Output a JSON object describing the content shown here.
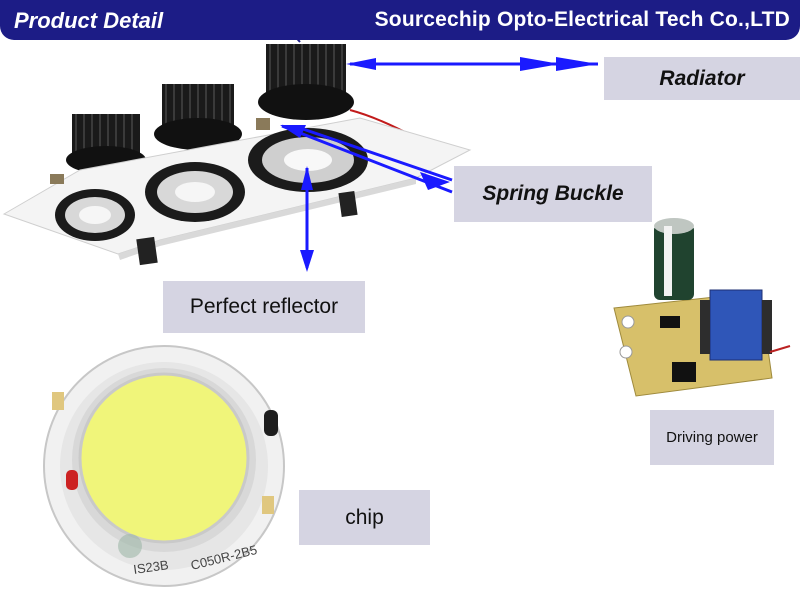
{
  "header": {
    "title": "Product Detail",
    "company": "Sourcechip Opto-Electrical Tech Co.,LTD"
  },
  "labels": {
    "radiator": "Radiator",
    "spring_buckle": "Spring Buckle",
    "perfect_reflector": "Perfect reflector",
    "driving_power": "Driving power",
    "chip": "chip"
  },
  "colors": {
    "header_bg": "#1c1c86",
    "label_bg": "#d5d4e2",
    "arrow": "#1a1aff"
  }
}
